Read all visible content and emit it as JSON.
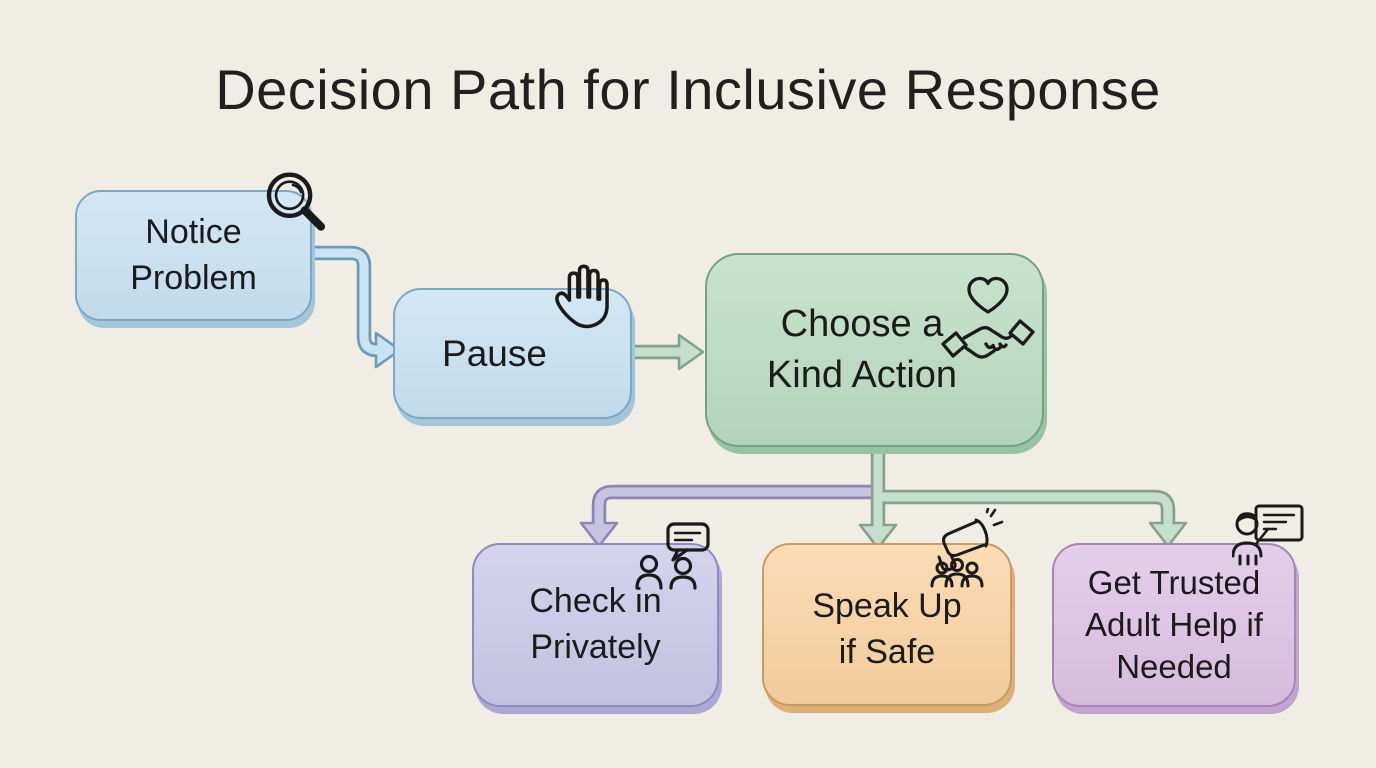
{
  "title": "Decision Path for Inclusive Response",
  "nodes": [
    {
      "id": "notice-problem",
      "label": "Notice\nProblem",
      "icon": "magnifier-icon"
    },
    {
      "id": "pause",
      "label": "Pause",
      "icon": "raised-hand-icon"
    },
    {
      "id": "choose-kind-action",
      "label": "Choose a\nKind Action",
      "icon": "heart-handshake-icon"
    },
    {
      "id": "check-in-privately",
      "label": "Check in\nPrivately",
      "icon": "chat-people-icon"
    },
    {
      "id": "speak-up-if-safe",
      "label": "Speak Up\nif Safe",
      "icon": "megaphone-people-icon"
    },
    {
      "id": "get-trusted-adult-help",
      "label": "Get Trusted\nAdult Help if\nNeeded",
      "icon": "teacher-board-icon"
    }
  ],
  "edges": [
    {
      "from": "notice-problem",
      "to": "pause"
    },
    {
      "from": "pause",
      "to": "choose-kind-action"
    },
    {
      "from": "choose-kind-action",
      "to": "check-in-privately"
    },
    {
      "from": "choose-kind-action",
      "to": "speak-up-if-safe"
    },
    {
      "from": "choose-kind-action",
      "to": "get-trusted-adult-help"
    }
  ],
  "colors": {
    "bg": "#F0EDE4",
    "title-ink": "#202020",
    "node-ink": "#1B1B1B",
    "icon-ink": "#1A1A1A",
    "node-blue-fill": "#C7E1F2",
    "node-blue-border": "#7FA7C2",
    "node-blue-shadow": "#A3C6DB",
    "node-green-fill": "#B9DBBF",
    "node-green-border": "#74A383",
    "node-green-shadow": "#97C3A3",
    "node-lavender-fill": "#C9C7E7",
    "node-lavender-border": "#8F8BBE",
    "node-lavender-shadow": "#ACA8D4",
    "node-orange-fill": "#F9D2A0",
    "node-orange-border": "#C79B63",
    "node-orange-shadow": "#DEB079",
    "node-purple-fill": "#DCC1E4",
    "node-purple-border": "#A885B6",
    "node-purple-shadow": "#C3A4CE",
    "arrow-blue-fill": "#C9E3F3",
    "arrow-blue-line": "#6E99B8",
    "arrow-green-fill": "#C5DECE",
    "arrow-green-line": "#83A18B",
    "arrow-lavender-fill": "#C7C4E3",
    "arrow-lavender-line": "#8B86B3"
  }
}
